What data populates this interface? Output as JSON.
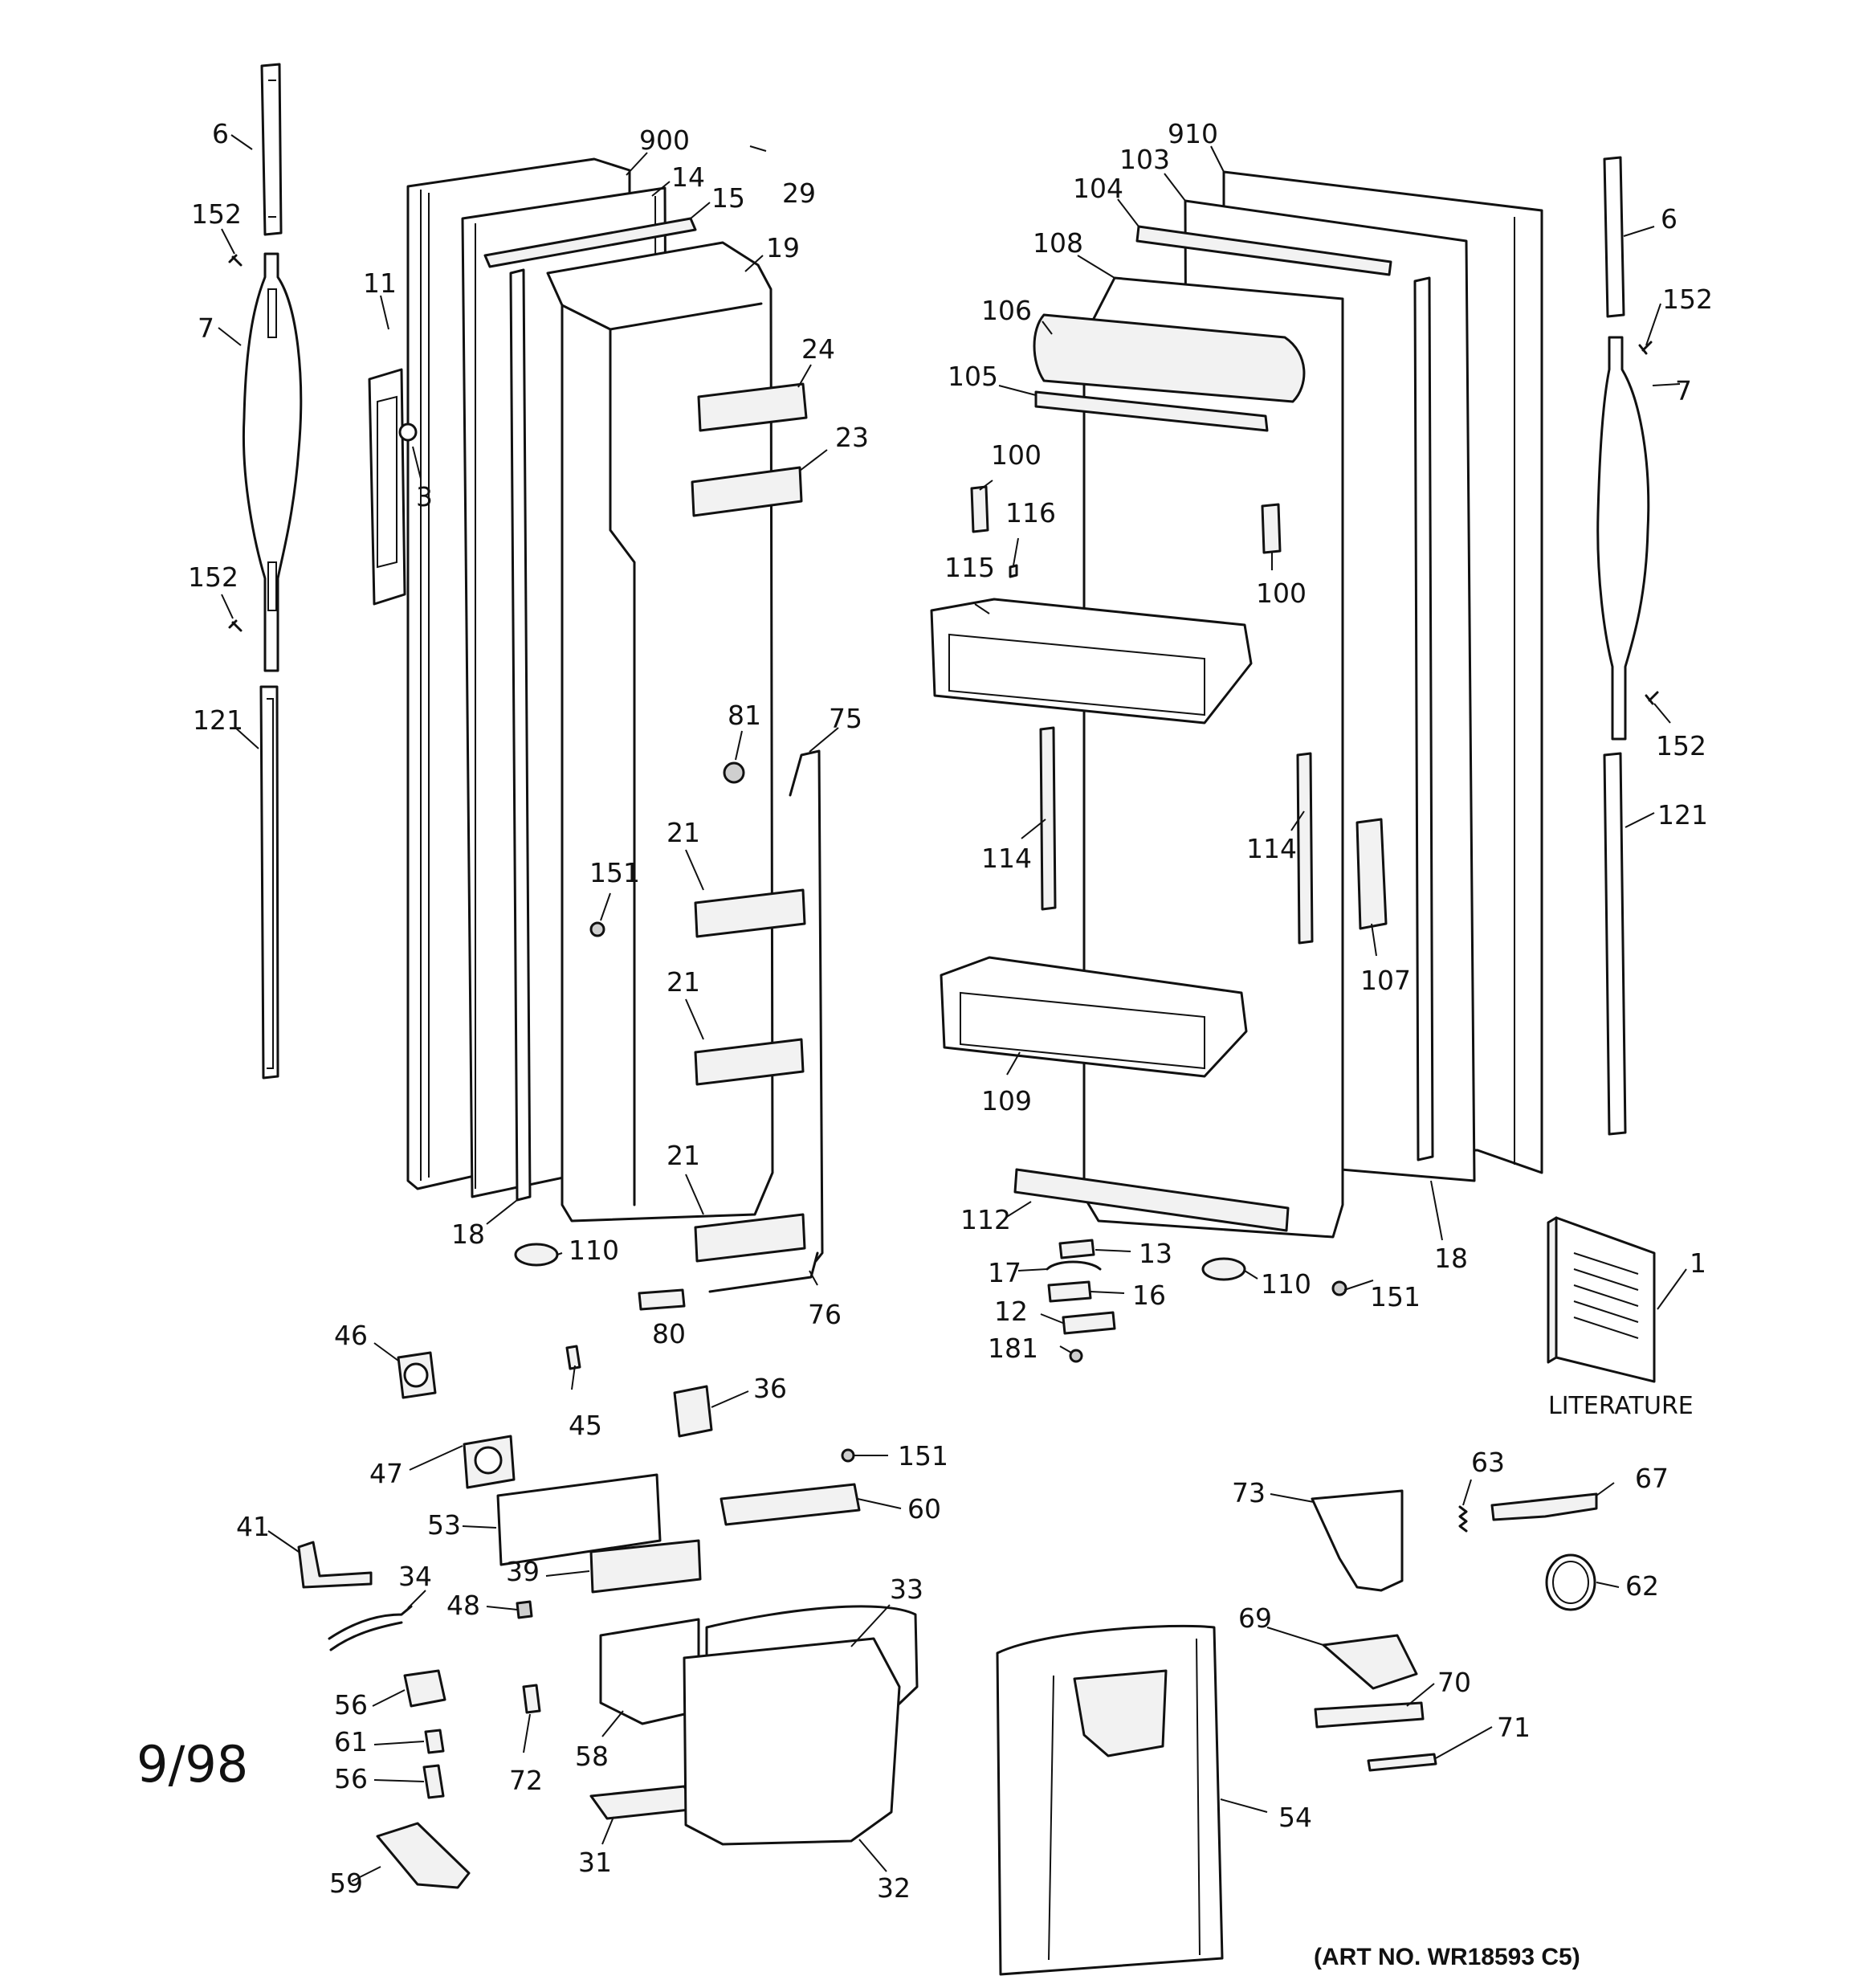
{
  "diagram": {
    "date": "9/98",
    "art_number": "(ART NO. WR18593 C5)",
    "literature_label": "LITERATURE",
    "callouts": [
      {
        "id": "c-6-left",
        "text": "6"
      },
      {
        "id": "c-152-left-top",
        "text": "152"
      },
      {
        "id": "c-7-left",
        "text": "7"
      },
      {
        "id": "c-152-left-mid",
        "text": "152"
      },
      {
        "id": "c-121-left",
        "text": "121"
      },
      {
        "id": "c-900",
        "text": "900"
      },
      {
        "id": "c-14",
        "text": "14"
      },
      {
        "id": "c-15",
        "text": "15"
      },
      {
        "id": "c-29",
        "text": "29"
      },
      {
        "id": "c-19",
        "text": "19"
      },
      {
        "id": "c-11",
        "text": "11"
      },
      {
        "id": "c-3",
        "text": "3"
      },
      {
        "id": "c-24",
        "text": "24"
      },
      {
        "id": "c-23",
        "text": "23"
      },
      {
        "id": "c-81",
        "text": "81"
      },
      {
        "id": "c-75",
        "text": "75"
      },
      {
        "id": "c-21-top",
        "text": "21"
      },
      {
        "id": "c-151-left",
        "text": "151"
      },
      {
        "id": "c-21-mid",
        "text": "21"
      },
      {
        "id": "c-21-bot",
        "text": "21"
      },
      {
        "id": "c-18-left",
        "text": "18"
      },
      {
        "id": "c-110-left",
        "text": "110"
      },
      {
        "id": "c-80",
        "text": "80"
      },
      {
        "id": "c-76",
        "text": "76"
      },
      {
        "id": "c-910",
        "text": "910"
      },
      {
        "id": "c-103",
        "text": "103"
      },
      {
        "id": "c-104",
        "text": "104"
      },
      {
        "id": "c-108",
        "text": "108"
      },
      {
        "id": "c-106",
        "text": "106"
      },
      {
        "id": "c-105",
        "text": "105"
      },
      {
        "id": "c-100-top",
        "text": "100"
      },
      {
        "id": "c-116",
        "text": "116"
      },
      {
        "id": "c-100-right",
        "text": "100"
      },
      {
        "id": "c-115",
        "text": "115"
      },
      {
        "id": "c-114-left",
        "text": "114"
      },
      {
        "id": "c-114-right",
        "text": "114"
      },
      {
        "id": "c-107",
        "text": "107"
      },
      {
        "id": "c-109",
        "text": "109"
      },
      {
        "id": "c-112",
        "text": "112"
      },
      {
        "id": "c-13",
        "text": "13"
      },
      {
        "id": "c-17",
        "text": "17"
      },
      {
        "id": "c-16",
        "text": "16"
      },
      {
        "id": "c-12",
        "text": "12"
      },
      {
        "id": "c-181",
        "text": "181"
      },
      {
        "id": "c-110-right",
        "text": "110"
      },
      {
        "id": "c-151-right",
        "text": "151"
      },
      {
        "id": "c-18-right",
        "text": "18"
      },
      {
        "id": "c-6-right",
        "text": "6"
      },
      {
        "id": "c-152-right-top",
        "text": "152"
      },
      {
        "id": "c-7-right",
        "text": "7"
      },
      {
        "id": "c-152-right-bot",
        "text": "152"
      },
      {
        "id": "c-121-right",
        "text": "121"
      },
      {
        "id": "c-1",
        "text": "1"
      },
      {
        "id": "c-46",
        "text": "46"
      },
      {
        "id": "c-45",
        "text": "45"
      },
      {
        "id": "c-36",
        "text": "36"
      },
      {
        "id": "c-47",
        "text": "47"
      },
      {
        "id": "c-151-mid",
        "text": "151"
      },
      {
        "id": "c-53",
        "text": "53"
      },
      {
        "id": "c-60",
        "text": "60"
      },
      {
        "id": "c-41",
        "text": "41"
      },
      {
        "id": "c-39",
        "text": "39"
      },
      {
        "id": "c-34",
        "text": "34"
      },
      {
        "id": "c-48",
        "text": "48"
      },
      {
        "id": "c-33",
        "text": "33"
      },
      {
        "id": "c-56-top",
        "text": "56"
      },
      {
        "id": "c-61",
        "text": "61"
      },
      {
        "id": "c-56-bot",
        "text": "56"
      },
      {
        "id": "c-72",
        "text": "72"
      },
      {
        "id": "c-58",
        "text": "58"
      },
      {
        "id": "c-59",
        "text": "59"
      },
      {
        "id": "c-31",
        "text": "31"
      },
      {
        "id": "c-32",
        "text": "32"
      },
      {
        "id": "c-73",
        "text": "73"
      },
      {
        "id": "c-63",
        "text": "63"
      },
      {
        "id": "c-67",
        "text": "67"
      },
      {
        "id": "c-62",
        "text": "62"
      },
      {
        "id": "c-69",
        "text": "69"
      },
      {
        "id": "c-70",
        "text": "70"
      },
      {
        "id": "c-71",
        "text": "71"
      },
      {
        "id": "c-54",
        "text": "54"
      }
    ]
  }
}
